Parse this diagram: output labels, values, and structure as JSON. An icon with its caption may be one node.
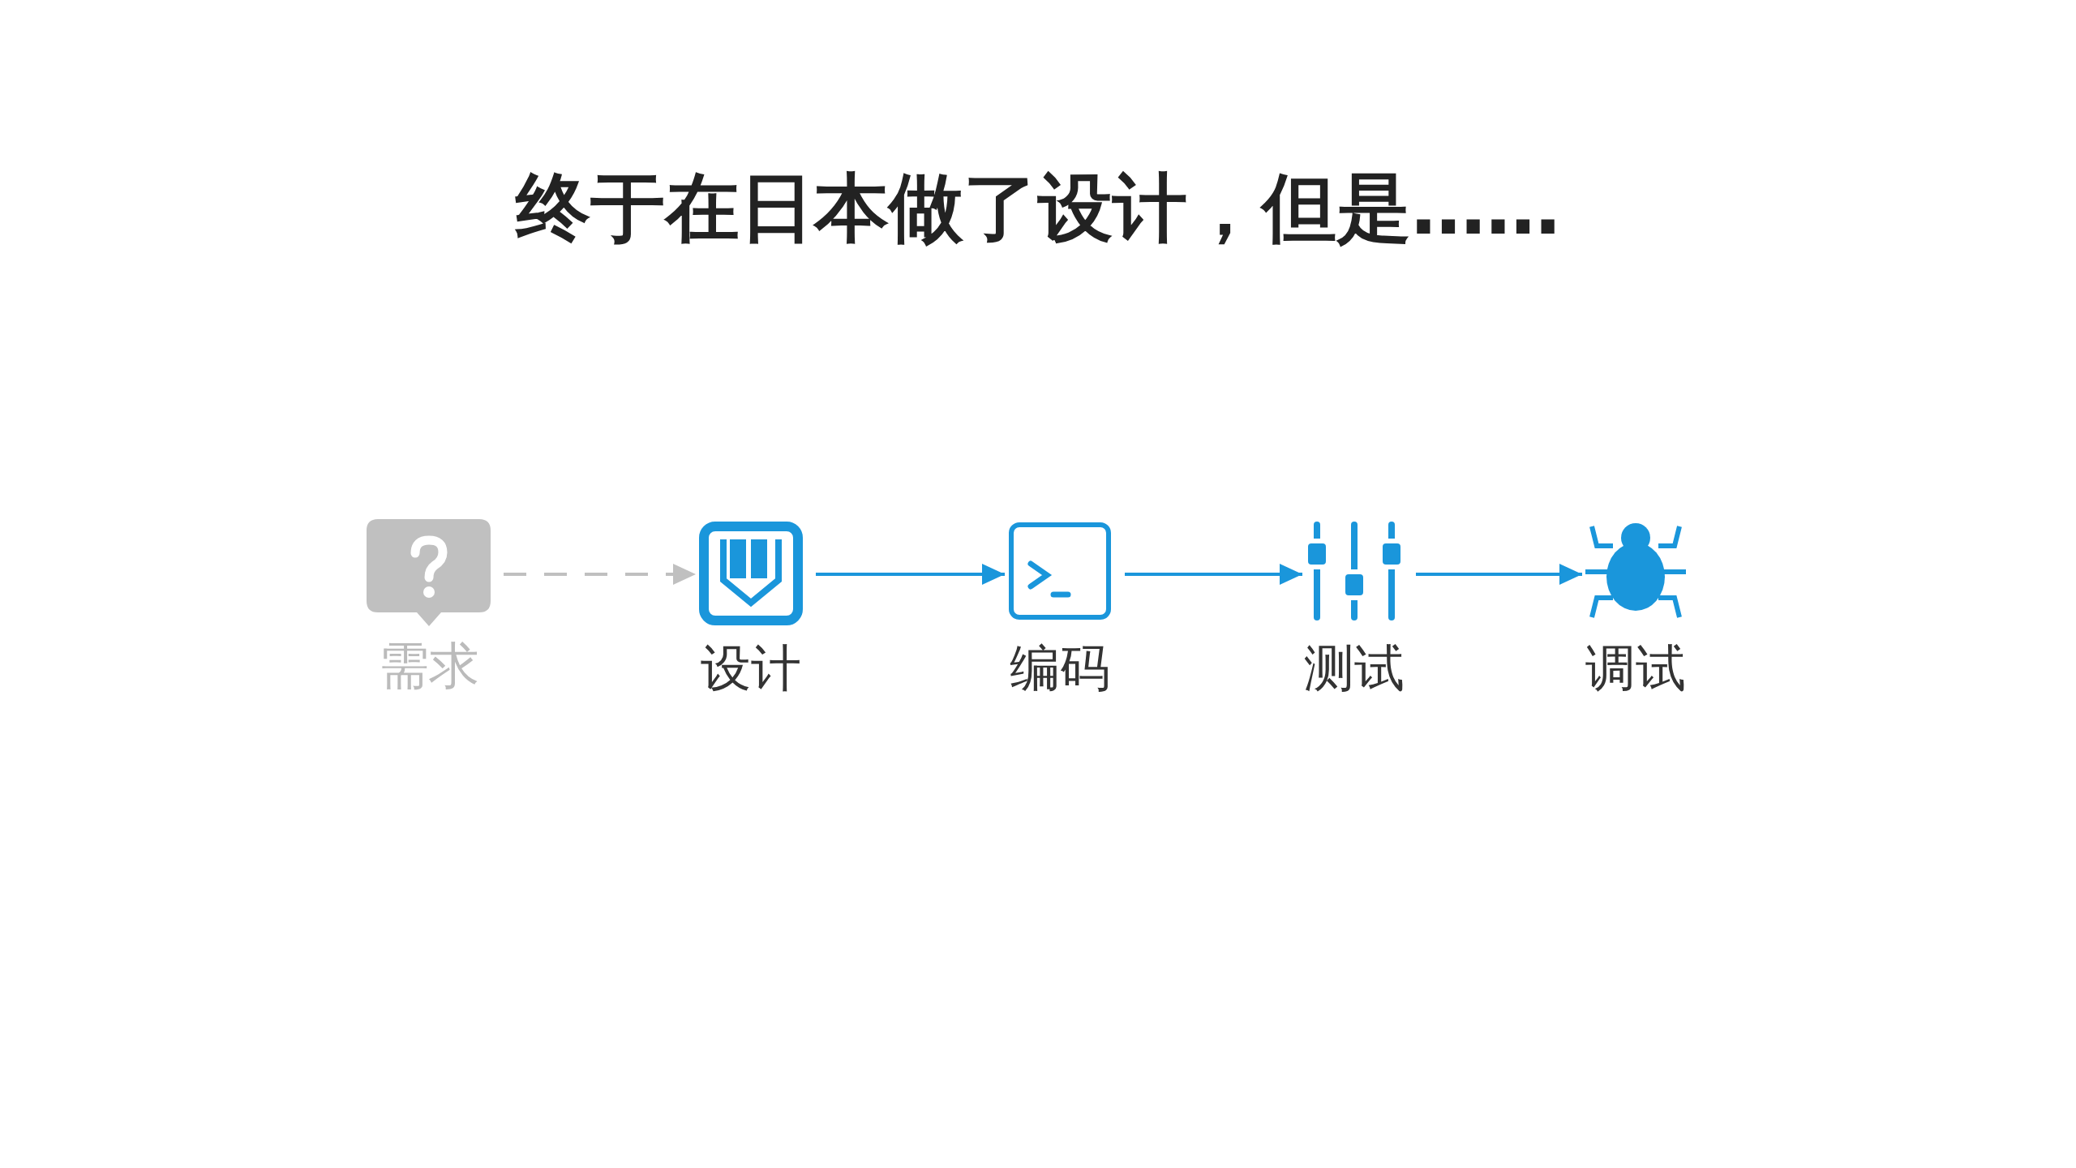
{
  "diagram": {
    "title": "终于在日本做了设计，但是……",
    "nodes": [
      {
        "text": [
          "需求"
        ]
      },
      {
        "text": [
          "设计"
        ]
      },
      {
        "text": [
          "编码"
        ]
      },
      {
        "text": [
          "测试"
        ]
      },
      {
        "text": [
          "调试"
        ]
      }
    ],
    "edges": [
      {
        "from": 0,
        "to": 1,
        "arrow": "to",
        "style": "dashed",
        "color": "#c0c0c0"
      },
      {
        "from": 1,
        "to": 2,
        "arrow": "to"
      },
      {
        "from": 2,
        "to": 3,
        "arrow": "to"
      },
      {
        "from": 3,
        "to": 4,
        "arrow": "to"
      }
    ]
  }
}
